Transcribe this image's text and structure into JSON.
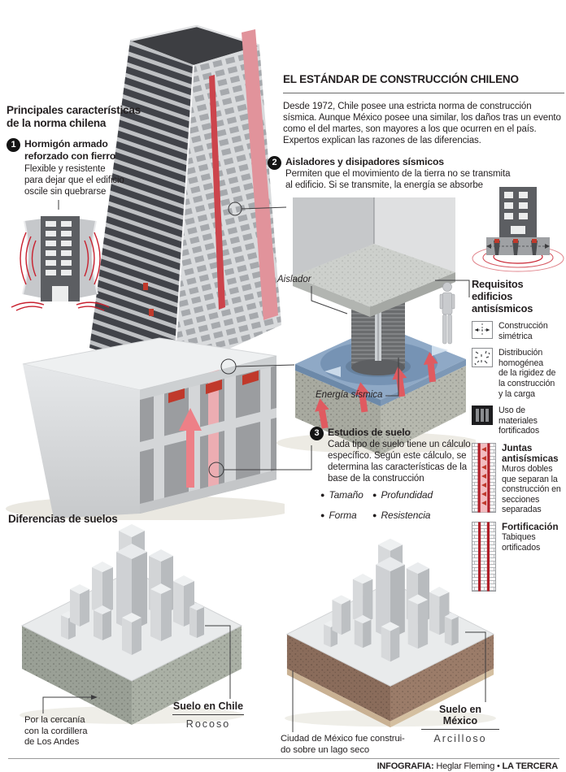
{
  "colors": {
    "accent_red": "#c0392b",
    "wave_red": "#c8202e",
    "pink": "#ecadb2",
    "blue_platform": "#8fa9c6",
    "soil_chile": "#9aa096",
    "soil_mexico": "#8a6c5b",
    "text": "#231f20"
  },
  "header": {
    "title": "EL ESTÁNDAR DE CONSTRUCCIÓN CHILENO",
    "intro": "Desde 1972, Chile posee una estricta norma de construcción sísmica. Aunque México posee una similar, los daños tras un evento como el del martes, son mayores a los que ocurren en el país. Expertos explican las razones de las diferencias."
  },
  "left_panel": {
    "heading": "Principales características\nde la norma chilena",
    "item_number": "1",
    "item_title": "Hormigón armado\nreforzado con fierro",
    "item_body": "Flexible y resistente\npara dejar que el edificio\noscile sin quebrarse"
  },
  "isolators_section": {
    "number": "2",
    "title": "Aisladores y disipadores sísmicos",
    "body": "Permiten que el movimiento de la tierra no se transmita\nal edificio. Si se transmite, la energía se absorbe",
    "label_isolator": "Aislador",
    "label_energy": "Energía sísmica"
  },
  "requirements": {
    "heading": "Requisitos edificios\nantisísmicos",
    "items": [
      {
        "icon": "symmetry-icon",
        "body": "Construcción\nsimétrica"
      },
      {
        "icon": "homogeneous-distribution-icon",
        "body": "Distribución\nhomogénea\nde la rigidez de\nla construcción\ny la carga"
      },
      {
        "icon": "fortified-materials-icon",
        "body": "Uso de\nmateriales\nfortificados"
      },
      {
        "icon": "seismic-joints-icon",
        "title": "Juntas\nantisísmicas",
        "body": "Muros dobles\nque separan la\nconstrucción en\nsecciones\nseparadas"
      },
      {
        "icon": "fortification-icon",
        "title": "Fortificación",
        "body": "Tabiques\nortificados"
      }
    ]
  },
  "soil_section": {
    "number": "3",
    "title": "Estudios de suelo",
    "body": "Cada tipo de suelo tiene un cálculo\nespecífico. Según este cálculo, se\ndetermina las características de la\nbase de la construcción",
    "bullets": [
      "Tamaño",
      "Forma",
      "Profundidad",
      "Resistencia"
    ]
  },
  "soils_compare": {
    "heading": "Diferencias de suelos",
    "chile": {
      "note": "Por la cercanía\ncon la cordillera\nde Los Andes",
      "label": "Suelo en Chile",
      "type": "Rocoso"
    },
    "mexico": {
      "note": "Ciudad de México fue construi-\ndo sobre un lago seco",
      "label": "Suelo en México",
      "type": "Arcilloso"
    }
  },
  "footer": {
    "credit_label": "INFOGRAFIA:",
    "credit_name": "Heglar Fleming",
    "separator": "•",
    "brand": "LA TERCERA"
  }
}
